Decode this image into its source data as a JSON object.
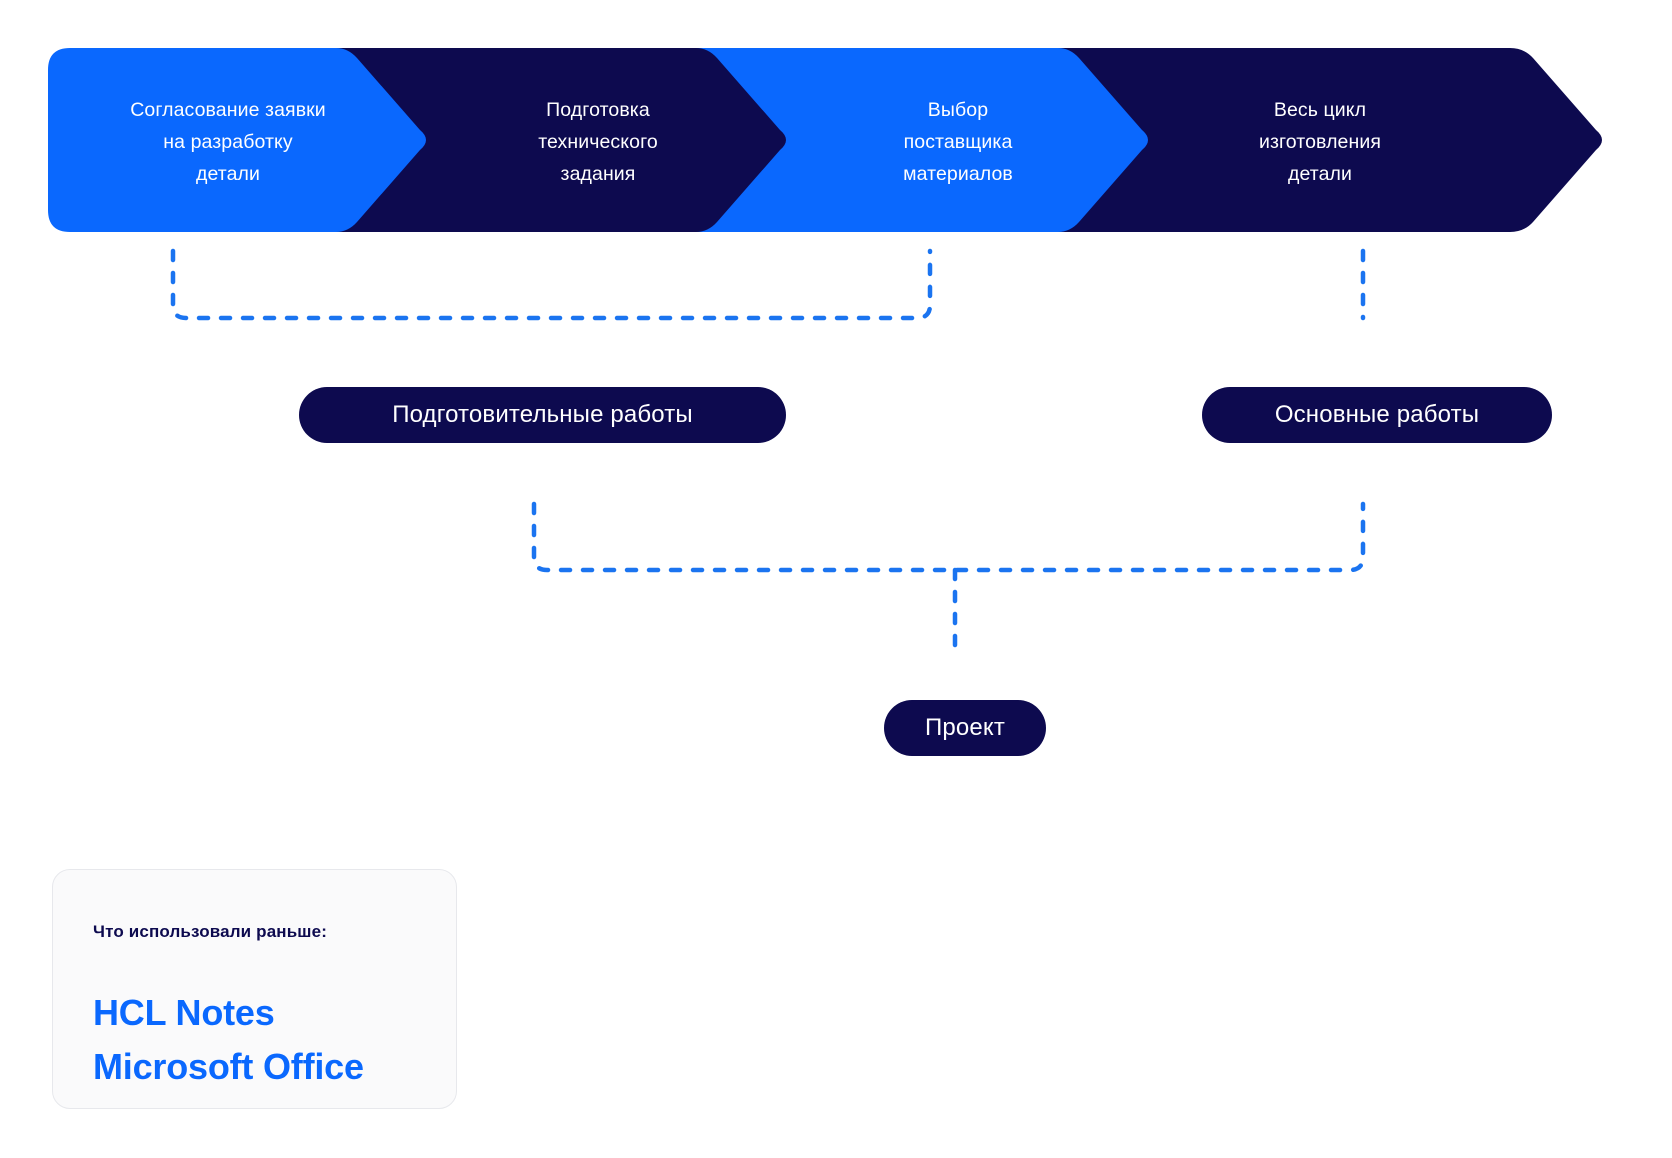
{
  "diagram": {
    "type": "process-flow",
    "title": "",
    "colors": {
      "accent_blue": "#0a68fe",
      "dark_navy": "#0d0a4f",
      "dashed_line": "#1b74f0",
      "page_background": "#ffffff",
      "card_background": "#fafafb",
      "card_border": "#e7e8ec",
      "chevron_text": "#ffffff"
    },
    "stages": [
      {
        "id": "stage-1",
        "label": "Согласование заявки\nна разработку\nдетали",
        "fill": "#0a68fe",
        "group": "preparatory"
      },
      {
        "id": "stage-2",
        "label": "Подготовка\nтехнического\nзадания",
        "fill": "#0d0a4f",
        "group": "preparatory"
      },
      {
        "id": "stage-3",
        "label": "Выбор\nпоставщика\nматериалов",
        "fill": "#0a68fe",
        "group": "preparatory"
      },
      {
        "id": "stage-4",
        "label": "Весь цикл\nизготовления\nдетали",
        "fill": "#0d0a4f",
        "group": "main"
      }
    ],
    "groups": [
      {
        "id": "group-preparatory",
        "label": "Подготовительные работы",
        "covers": [
          "stage-1",
          "stage-2",
          "stage-3"
        ]
      },
      {
        "id": "group-main",
        "label": "Основные работы",
        "covers": [
          "stage-4"
        ]
      }
    ],
    "result": {
      "id": "node-project",
      "label": "Проект"
    }
  },
  "info_card": {
    "heading": "Что использовали раньше:",
    "items": [
      "HCL Notes",
      "Microsoft Office"
    ]
  }
}
